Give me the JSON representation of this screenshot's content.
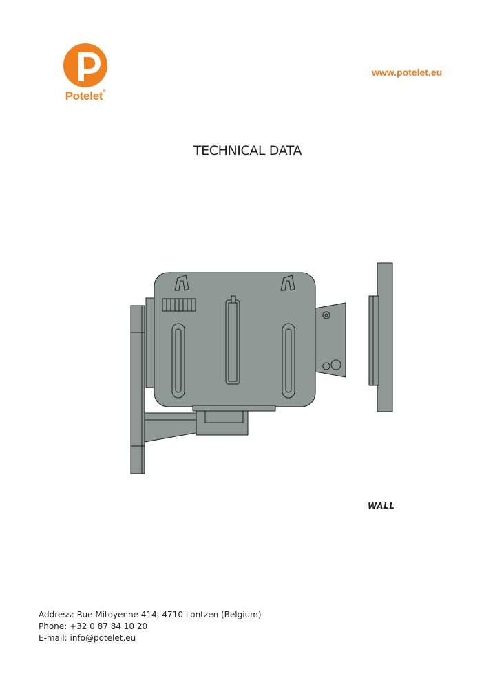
{
  "brand": {
    "name": "Potelet",
    "registered_mark": "®",
    "logo_icon": "potelet-p-logo-icon",
    "color": "#f07f1d"
  },
  "header": {
    "website": "www.potelet.eu"
  },
  "document": {
    "title": "TECHNICAL DATA"
  },
  "drawing": {
    "icon": "wall-mounted-device-diagram",
    "fill_color": "#8f9a96",
    "stroke_color": "#1e1e1e",
    "label": "WALL"
  },
  "contact": {
    "address": "Address: Rue Mitoyenne 414, 4710 Lontzen (Belgium)",
    "phone": "Phone: +32 0 87 84 10 20",
    "email": "E-mail: info@potelet.eu"
  }
}
